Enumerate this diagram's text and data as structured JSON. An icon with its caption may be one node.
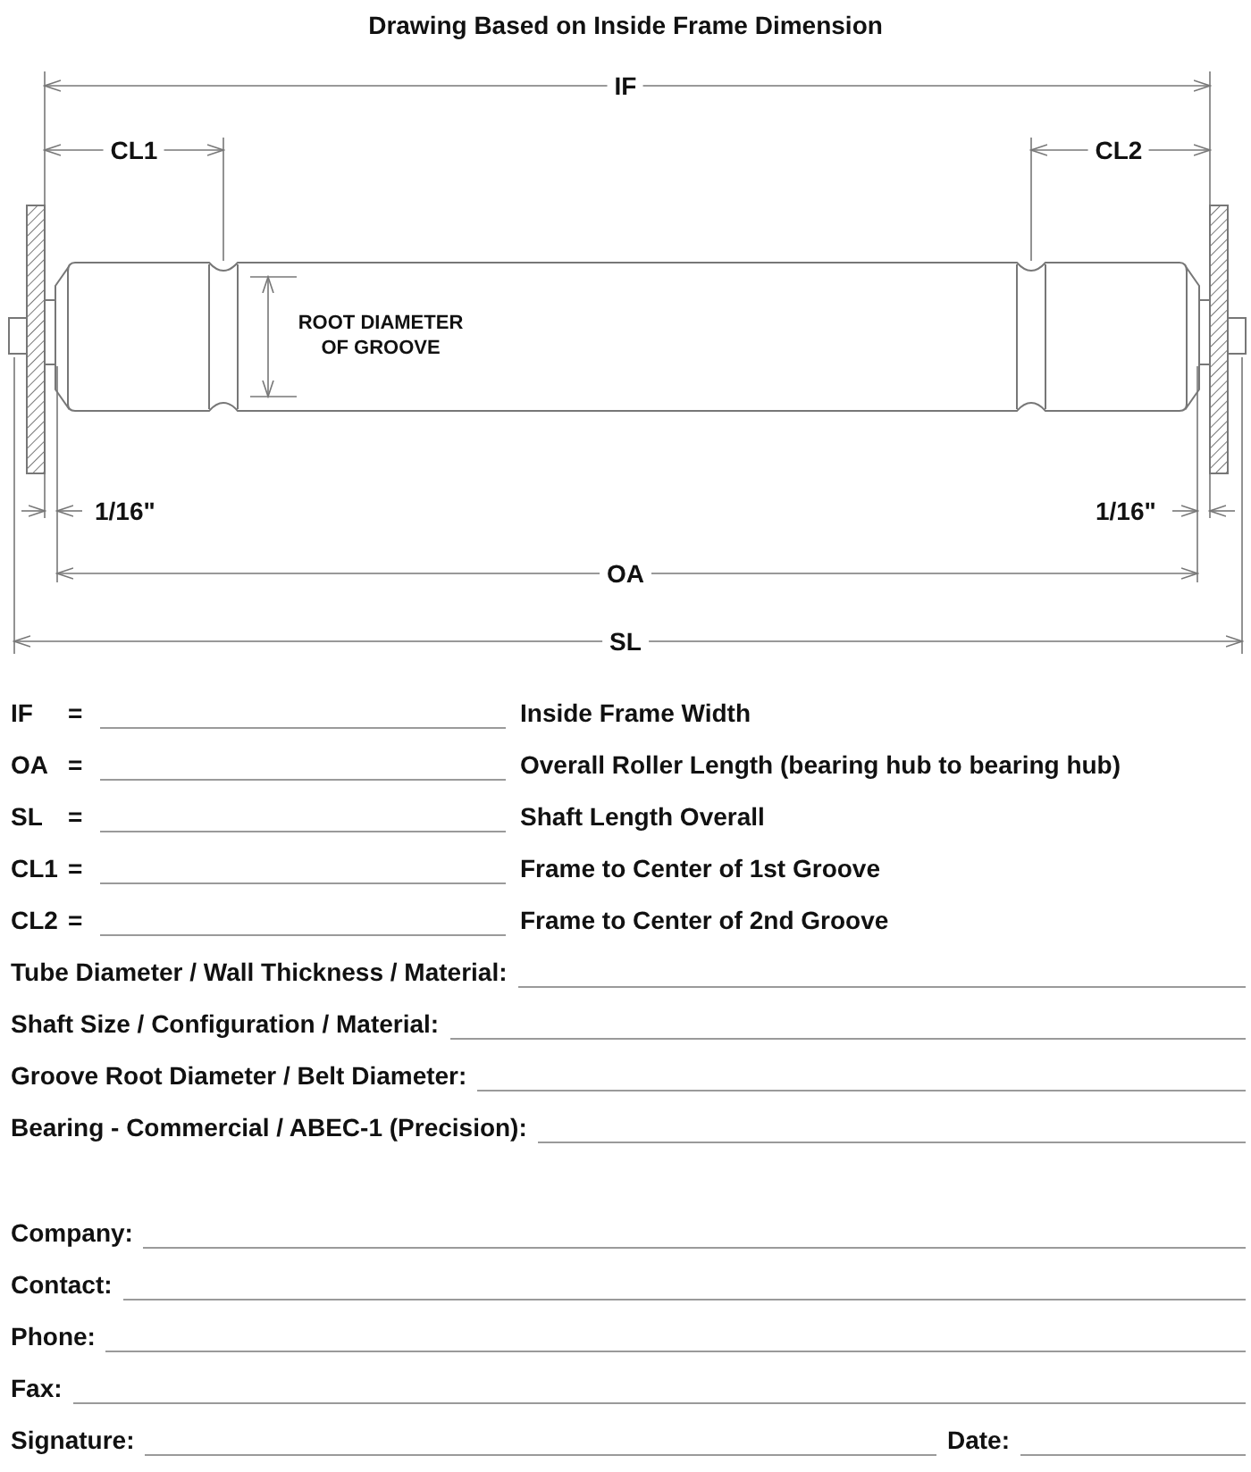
{
  "diagram": {
    "title": "Drawing Based on Inside Frame Dimension",
    "labels": [
      "IF",
      "CL1",
      "CL2",
      "ROOT DIAMETER OF GROOVE",
      "1/16\"",
      "1/16\"",
      "OA",
      "SL",
      "IF",
      "=",
      "Inside Frame Width",
      "OA",
      "=",
      "Overall Roller Length (bearing hub to bearing hub)",
      "SL",
      "=",
      "Shaft Length Overall",
      "CL1",
      "=",
      "Frame to Center of 1st Groove",
      "CL2",
      "=",
      "Frame to Center of 2nd Groove",
      "Tube Diameter / Wall Thickness / Material:",
      "Shaft Size / Configuration / Material:",
      "Groove Root Diameter / Belt Diameter:",
      "Bearing - Commercial / ABEC-1 (Precision):",
      "Company:",
      "Contact:",
      "Phone:",
      "Fax:",
      "Signature:",
      "Date:"
    ]
  }
}
